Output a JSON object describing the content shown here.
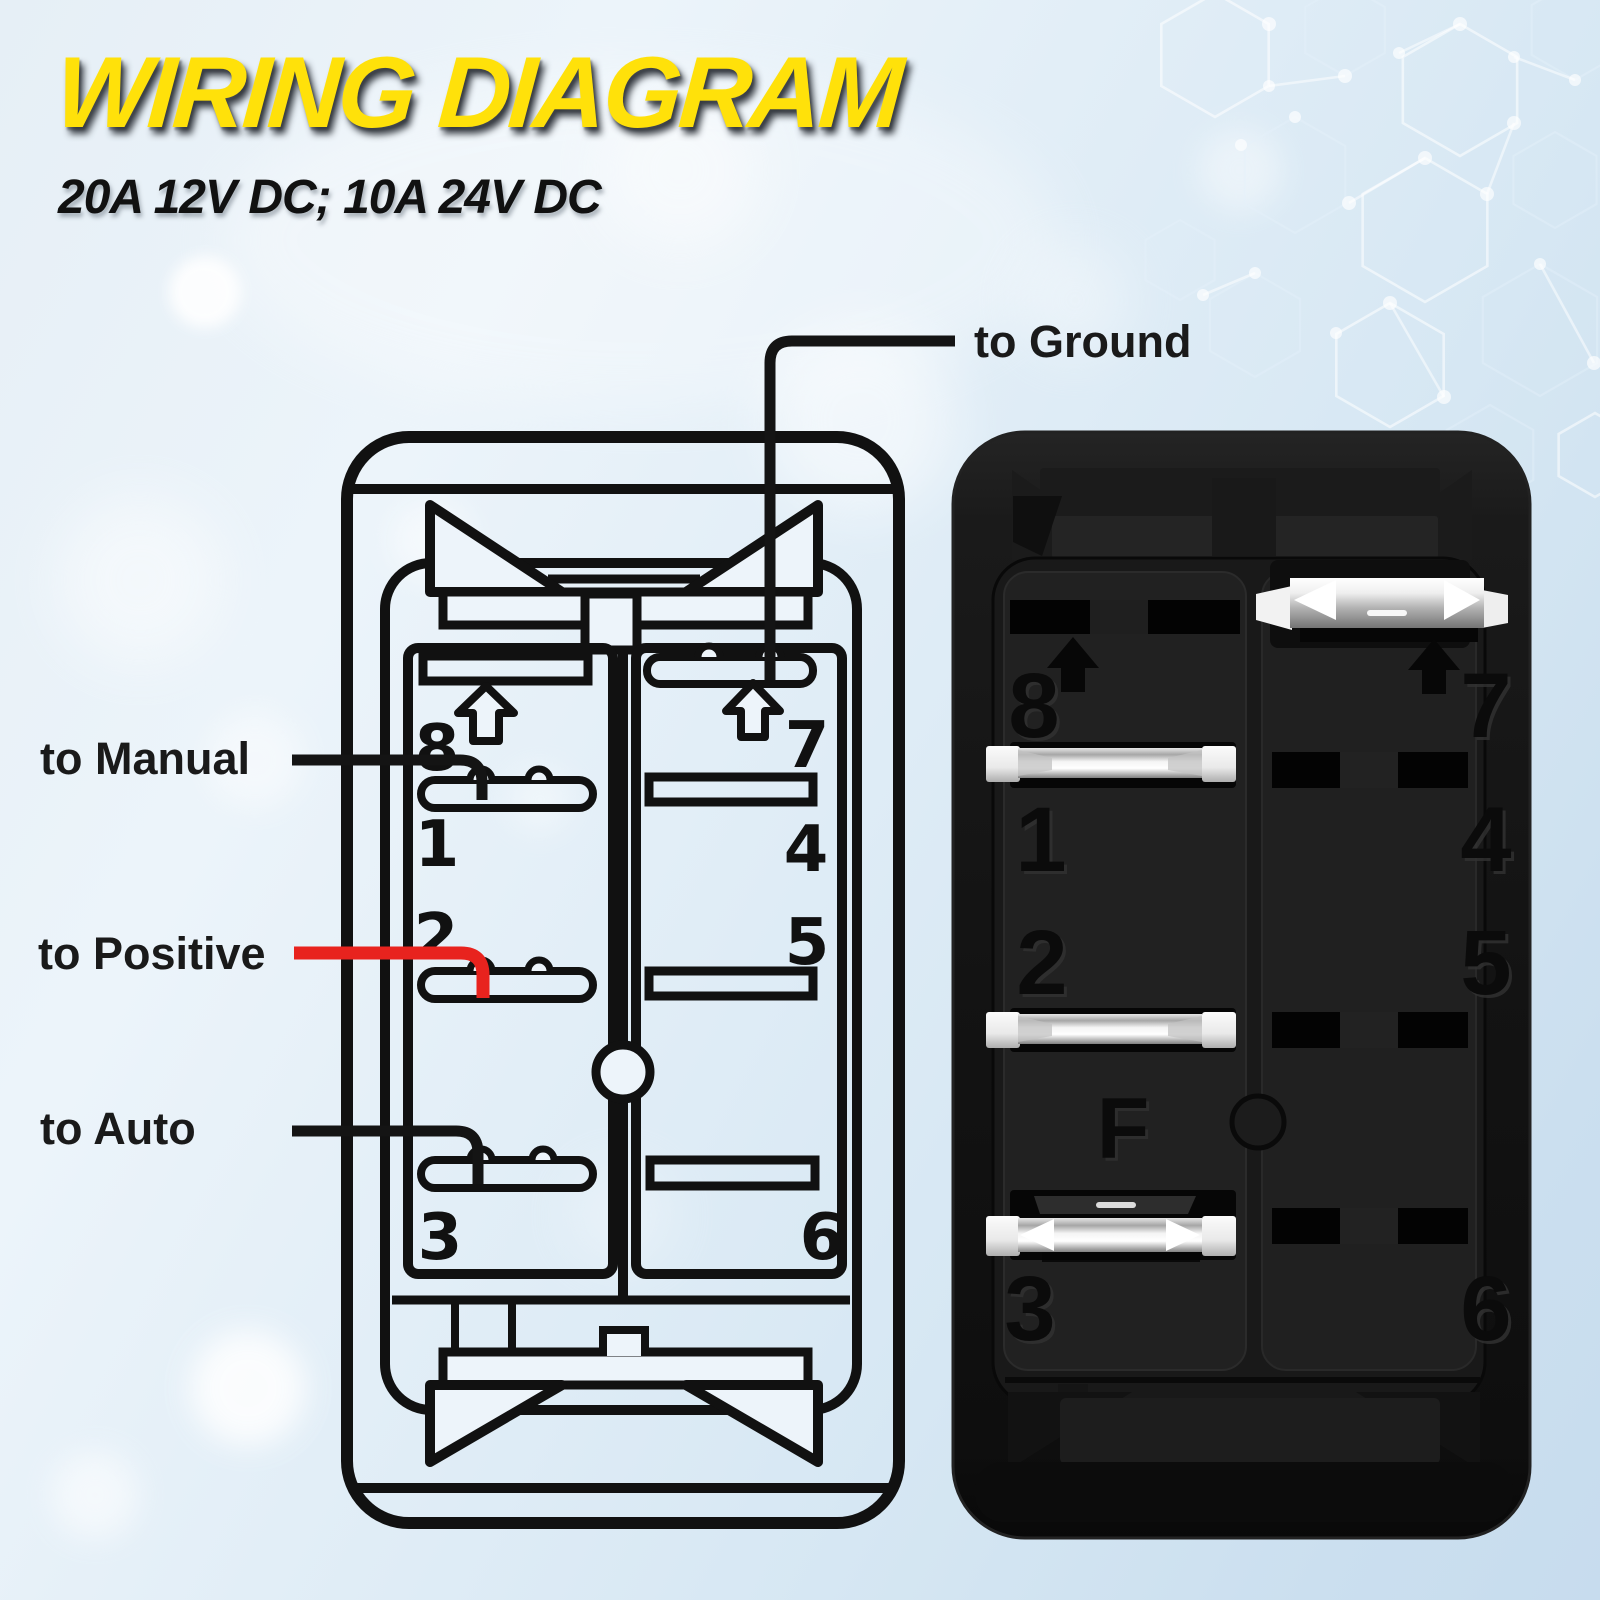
{
  "title": "WIRING DIAGRAM",
  "subtitle": "20A 12V DC; 10A 24V DC",
  "wire_labels": {
    "ground": "to Ground",
    "manual": "to Manual",
    "positive": "to Positive",
    "auto": "to Auto"
  },
  "colors": {
    "title": "#ffe10a",
    "subtitle": "#111111",
    "label_text": "#1a1a1a",
    "line_art": "#111111",
    "wire_ground": "#141414",
    "wire_positive": "#e8231e"
  },
  "diagram_switch": {
    "terminals_left": [
      "8",
      "1",
      "2",
      "3"
    ],
    "terminals_right": [
      "7",
      "4",
      "5",
      "6"
    ]
  },
  "photo_switch": {
    "terminals_left": [
      "8",
      "1",
      "2",
      "3"
    ],
    "terminals_right": [
      "7",
      "4",
      "5",
      "6"
    ],
    "marking": "F"
  }
}
